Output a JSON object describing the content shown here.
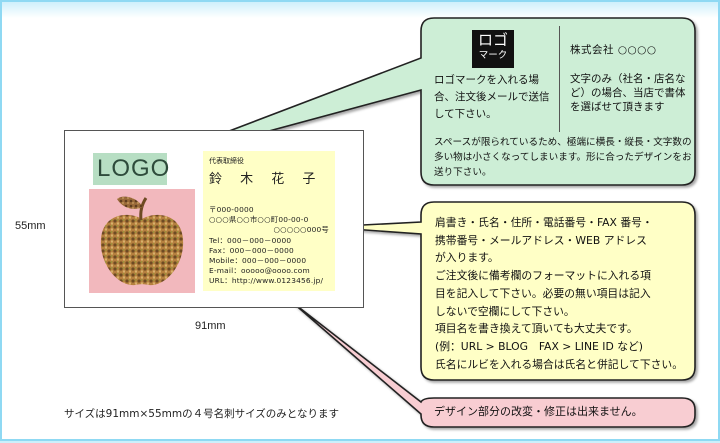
{
  "card": {
    "logo_text": "LOGO",
    "title": "代表取締役",
    "name": "鈴 木 花 子",
    "address_lines": [
      "〒000-0000",
      "○○○県○○市○○町00-00-0",
      "○○○○○000号",
      "Tel：000－000－0000",
      "Fax：000－000－0000",
      "Mobile：000－000－0000",
      "E-mail：ooooo@oooo.com",
      "URL：http://www.0123456.jp/"
    ],
    "height_label": "55mm",
    "width_label": "91mm"
  },
  "logo_callout": {
    "mark_line1": "ロゴ",
    "mark_line2": "マーク",
    "left_text": "ロゴマークを入れる場合、注文後メールで送信して下さい。",
    "company_text": "株式会社 ○○○○",
    "right_text": "文字のみ（社名・店名など）の場合、当店で書体を選ばせて頂きます",
    "note": "スペースが限られているため、極端に横長・縦長・文字数の多い物は小さくなってしまいます。形に合ったデザインをお送り下さい。"
  },
  "info_callout": {
    "lines": [
      "肩書き・氏名・住所・電話番号・FAX 番号・",
      "携帯番号・メールアドレス・WEB アドレス",
      "が入ります。",
      "ご注文後に備考欄のフォーマットに入れる項",
      "目を記入して下さい。必要の無い項目は記入",
      "しないで空欄にして下さい。",
      "項目名を書き換えて頂いても大丈夫です。",
      "(例：URL > BLOG　FAX > LINE ID など)",
      "氏名にルビを入れる場合は氏名と併記して下さい。"
    ]
  },
  "design_callout": {
    "text": "デザイン部分の改変・修正は出来ません。"
  },
  "footer": {
    "size_note": "サイズは91mm×55mmの４号名刺サイズのみとなります"
  },
  "colors": {
    "green_fill": "#cdeed6",
    "yellow_fill": "#ffffc6",
    "pink_fill": "#f8cdd2",
    "logo_fill": "#b7dec3",
    "apple_bg": "#f2b8bd"
  }
}
